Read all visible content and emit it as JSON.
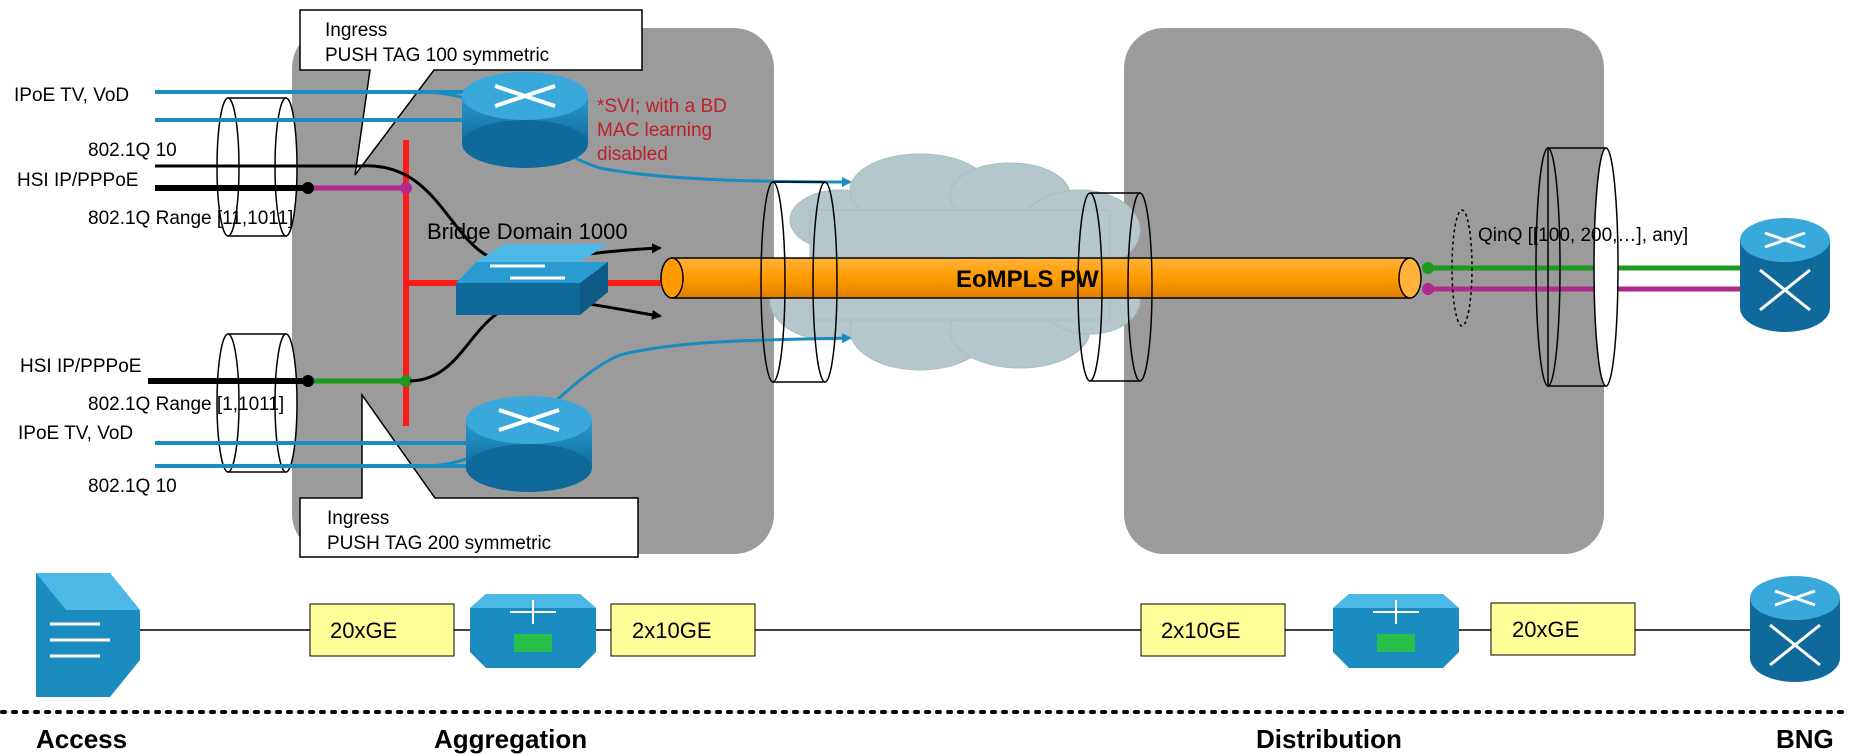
{
  "ingress_top": {
    "line1": "Ingress",
    "line2": "PUSH TAG 100 symmetric"
  },
  "ingress_bottom": {
    "line1": "Ingress",
    "line2": "PUSH TAG 200 symmetric"
  },
  "labels": {
    "ipoe_top": "IPoE TV, VoD",
    "dot1q_top": "802.1Q 10",
    "hsi_top": "HSI IP/PPPoE",
    "range_top": "802.1Q Range [11,1011]",
    "bridge_domain": "Bridge Domain 1000",
    "hsi_bottom": "HSI IP/PPPoE",
    "range_bottom": "802.1Q Range [1,1011]",
    "ipoe_bottom": "IPoE TV, VoD",
    "dot1q_bottom": "802.1Q 10",
    "qinq": "QinQ [[100, 200,…], any]"
  },
  "svi_note": {
    "line1": "*SVI; with a BD",
    "line2": "MAC learning",
    "line3": "disabled"
  },
  "pw_label": "EoMPLS PW",
  "links": {
    "agg_left": "20xGE",
    "agg_right": "2x10GE",
    "dist_left": "2x10GE",
    "dist_right": "20xGE"
  },
  "tiers": {
    "access": "Access",
    "aggregation": "Aggregation",
    "distribution": "Distribution",
    "bng": "BNG"
  },
  "colors": {
    "panel": "#9b9b9b",
    "pipe": "#ff9b00",
    "cloud": "#b4c8cc",
    "vlan_green": "#1e9b1e",
    "vlan_magenta": "#b2288c",
    "bridge_red": "#ff1a1a",
    "service_blue": "#1a8cc0",
    "device_blue": "#1a7fb3",
    "link_box": "#ffff99"
  }
}
